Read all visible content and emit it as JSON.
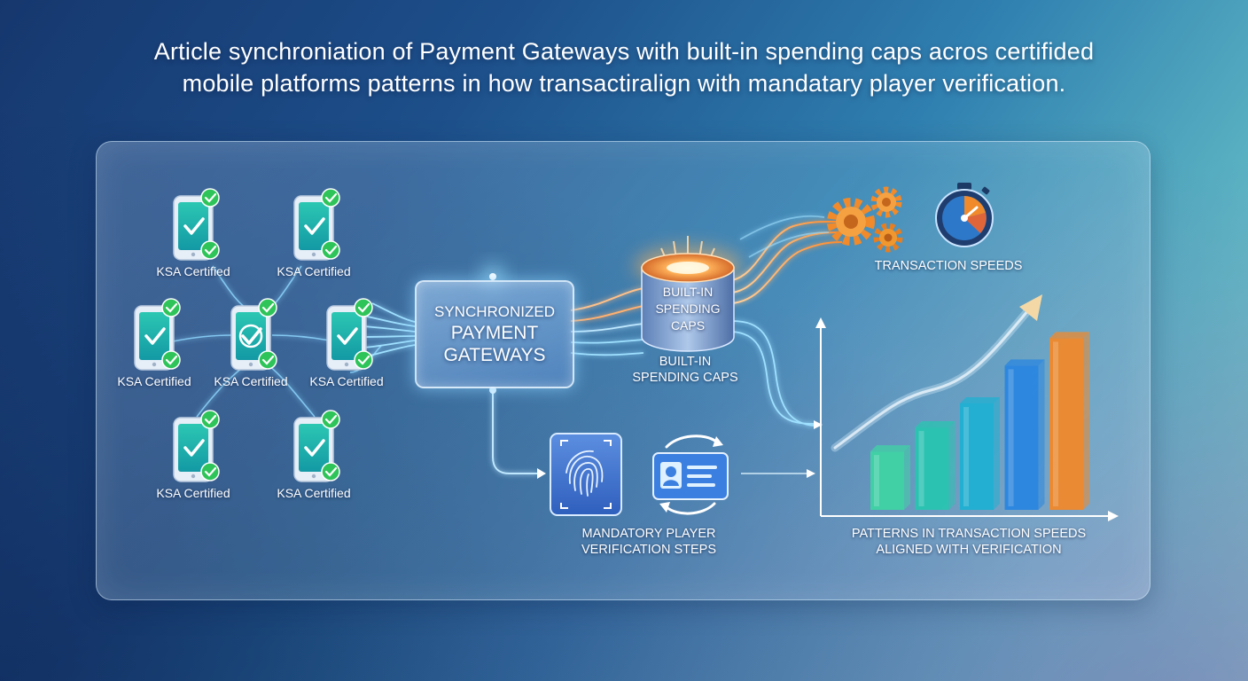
{
  "headline": {
    "line1": "Article synchroniation of Payment Gateways with built-in spending caps acros certifided",
    "line2": "mobile platforms patterns in how transactiralign with mandatary player verification."
  },
  "phones": [
    {
      "label": "KSA Certified"
    },
    {
      "label": "KSA Certified"
    },
    {
      "label": "KSA Certified"
    },
    {
      "label": "KSA Certified"
    },
    {
      "label": "KSA Certified"
    },
    {
      "label": "KSA Certified"
    },
    {
      "label": "KSA Certified"
    }
  ],
  "gateway": {
    "line1": "Synchronized",
    "line2": "Payment",
    "line3": "Gateways"
  },
  "caps": {
    "cylinder_line1": "Built-in",
    "cylinder_line2": "Spending",
    "cylinder_line3": "Caps",
    "label_line1": "Built-in",
    "label_line2": "Spending Caps"
  },
  "speed": {
    "label": "Transaction Speeds"
  },
  "verification": {
    "line1": "Mandatory Player",
    "line2": "Verification Steps"
  },
  "chart_caption": {
    "line1": "Patterns in Transaction Speeds",
    "line2": "Aligned with Verification"
  },
  "chart_data": {
    "type": "bar",
    "categories": [
      "",
      "",
      "",
      "",
      ""
    ],
    "values": [
      34,
      48,
      62,
      84,
      100
    ],
    "title": "",
    "xlabel": "",
    "ylabel": "",
    "ylim": [
      0,
      110
    ],
    "bar_colors": [
      "#3fd3a4",
      "#29c4b0",
      "#1fb0d2",
      "#2a86e0",
      "#f0892c"
    ]
  },
  "colors": {
    "check_green": "#2fc45a",
    "phone_screen": "#1fb7a8",
    "glow_blue": "#7fd3ff",
    "glow_orange": "#ff9a3c",
    "gear_orange": "#f08a2a"
  },
  "icons": [
    "check-icon",
    "smartphone-icon",
    "gear-icon",
    "stopwatch-icon",
    "fingerprint-icon",
    "id-card-icon",
    "refresh-arrows-icon",
    "database-cylinder-icon",
    "trend-arrow-icon"
  ]
}
